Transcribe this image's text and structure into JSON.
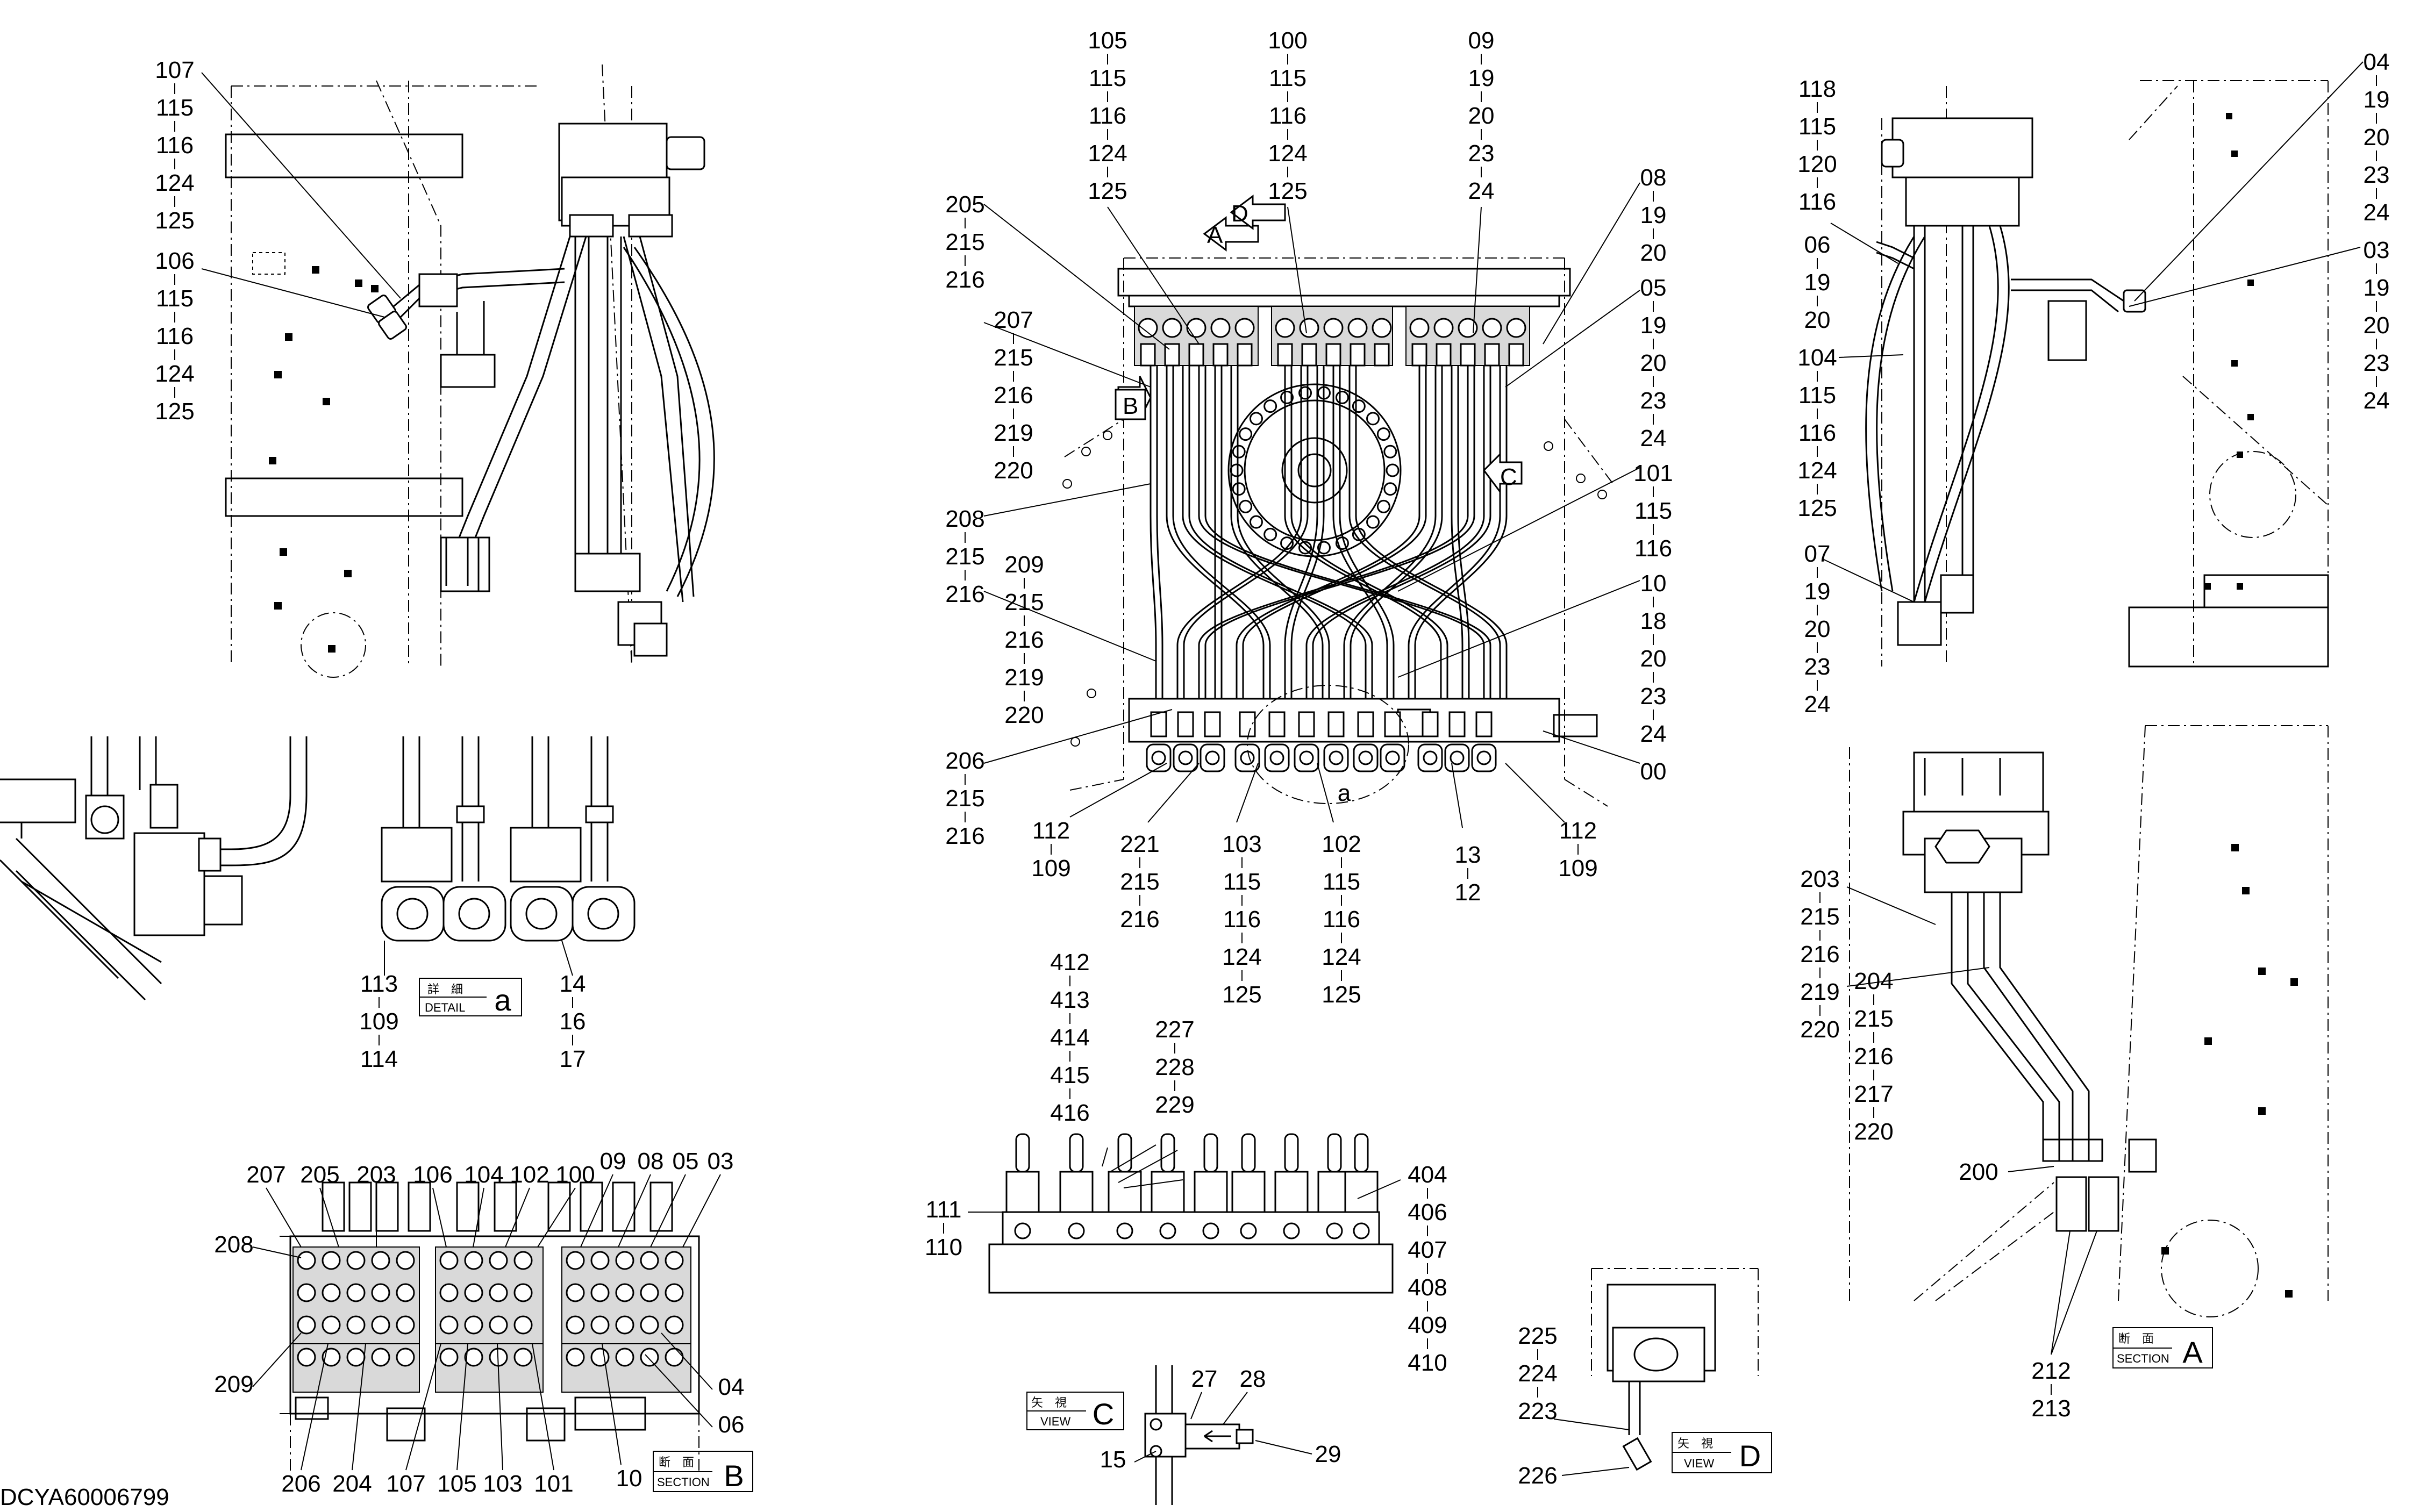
{
  "drawing_code": "DCYA60006799",
  "tags": {
    "detail_a": {
      "jp": "詳　細",
      "en": "DETAIL",
      "letter": "a"
    },
    "section_b": {
      "jp": "断　面",
      "en": "SECTION",
      "letter": "B"
    },
    "section_a": {
      "jp": "断　面",
      "en": "SECTION",
      "letter": "A"
    },
    "view_c": {
      "jp": "矢　視",
      "en": "VIEW",
      "letter": "C"
    },
    "view_d": {
      "jp": "矢　視",
      "en": "VIEW",
      "letter": "D"
    }
  },
  "arrows": {
    "a": "A",
    "b": "B",
    "c": "C",
    "d": "D",
    "detail_mark": "a"
  },
  "stacks": {
    "tl1": [
      "107",
      "115",
      "116",
      "124",
      "125"
    ],
    "tl2": [
      "106",
      "115",
      "116",
      "124",
      "125"
    ],
    "c105": [
      "105",
      "115",
      "116",
      "124",
      "125"
    ],
    "c100": [
      "100",
      "115",
      "116",
      "124",
      "125"
    ],
    "c09": [
      "09",
      "19",
      "20",
      "23",
      "24"
    ],
    "c205": [
      "205",
      "215",
      "216"
    ],
    "c207": [
      "207",
      "215",
      "216",
      "219",
      "220"
    ],
    "c208": [
      "208",
      "215",
      "216"
    ],
    "c209": [
      "209",
      "215",
      "216",
      "219",
      "220"
    ],
    "c206": [
      "206",
      "215",
      "216"
    ],
    "r08": [
      "08",
      "19",
      "20"
    ],
    "r05": [
      "05",
      "19",
      "20",
      "23",
      "24"
    ],
    "r101": [
      "101",
      "115",
      "116"
    ],
    "r10": [
      "10",
      "18",
      "20",
      "23",
      "24"
    ],
    "r00": [
      "00"
    ],
    "b112a": [
      "112",
      "109"
    ],
    "b221": [
      "221",
      "215",
      "216"
    ],
    "b103": [
      "103",
      "115",
      "116",
      "124",
      "125"
    ],
    "b102": [
      "102",
      "115",
      "116",
      "124",
      "125"
    ],
    "b13": [
      "13",
      "12"
    ],
    "b112b": [
      "112",
      "109"
    ],
    "tr118": [
      "118",
      "115",
      "120",
      "116"
    ],
    "tr06": [
      "06",
      "19",
      "20"
    ],
    "tr104": [
      "104",
      "115",
      "116",
      "124",
      "125"
    ],
    "tr07": [
      "07",
      "19",
      "20",
      "23",
      "24"
    ],
    "tr04": [
      "04",
      "19",
      "20",
      "23",
      "24"
    ],
    "tr03": [
      "03",
      "19",
      "20",
      "23",
      "24"
    ],
    "da113": [
      "113",
      "109",
      "114"
    ],
    "da14": [
      "14",
      "16",
      "17"
    ],
    "v412": [
      "412",
      "413",
      "414",
      "415",
      "416"
    ],
    "v227": [
      "227",
      "228",
      "229"
    ],
    "v404": [
      "404",
      "406",
      "407",
      "408",
      "409",
      "410"
    ],
    "v111": [
      "111",
      "110"
    ],
    "sa203": [
      "203",
      "215",
      "216",
      "219",
      "220"
    ],
    "sa204": [
      "204",
      "215",
      "216",
      "217",
      "220"
    ],
    "sa200": [
      "200"
    ],
    "sa212": [
      "212",
      "213"
    ],
    "vd225": [
      "225",
      "224",
      "223"
    ],
    "vd226": [
      "226"
    ],
    "vc27": [
      "27"
    ],
    "vc28": [
      "28"
    ],
    "vc29": [
      "29"
    ],
    "vc15": [
      "15"
    ]
  },
  "section_b_labels": {
    "top": [
      "207",
      "205",
      "203",
      "106",
      "104",
      "102",
      "100",
      "09",
      "08",
      "05",
      "03"
    ],
    "left_208": "208",
    "left_209": "209",
    "bottom": [
      "206",
      "204",
      "107",
      "105",
      "103",
      "101",
      "10"
    ],
    "right": [
      "04",
      "06"
    ]
  }
}
